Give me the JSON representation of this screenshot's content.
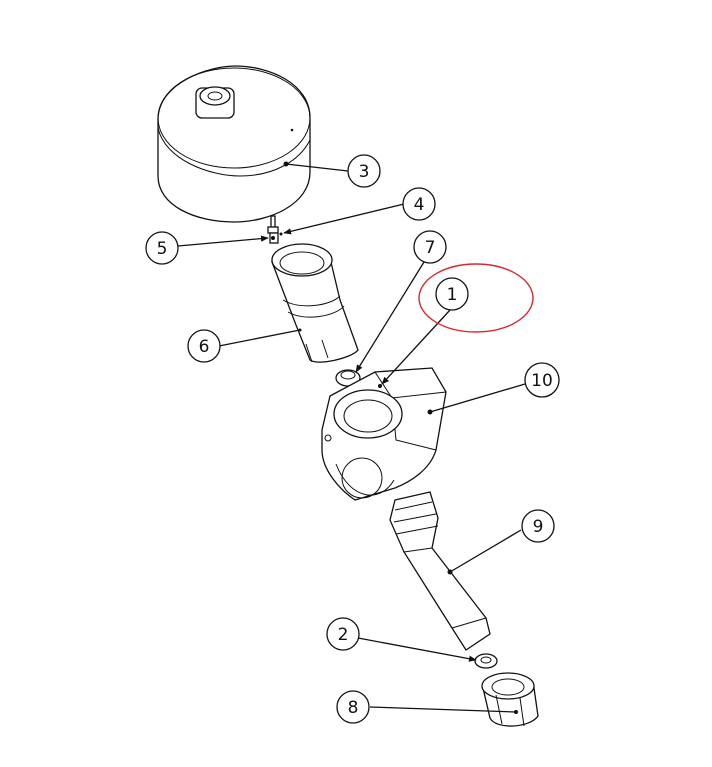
{
  "diagram": {
    "callouts": [
      {
        "id": "1",
        "label": "1"
      },
      {
        "id": "2",
        "label": "2"
      },
      {
        "id": "3",
        "label": "3"
      },
      {
        "id": "4",
        "label": "4"
      },
      {
        "id": "5",
        "label": "5"
      },
      {
        "id": "6",
        "label": "6"
      },
      {
        "id": "7",
        "label": "7"
      },
      {
        "id": "8",
        "label": "8"
      },
      {
        "id": "9",
        "label": "9"
      },
      {
        "id": "10",
        "label": "10"
      }
    ],
    "highlight_color": "#d9272e"
  }
}
